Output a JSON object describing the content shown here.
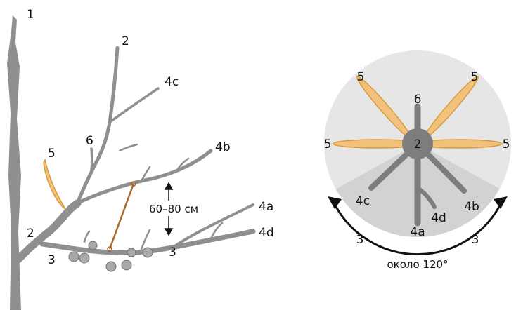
{
  "colors": {
    "wood": "#8f8f8f",
    "wood_dark": "#7a7a7a",
    "shoot_fill": "#f2c27d",
    "shoot_stroke": "#d89a3c",
    "spacer": "#a86a2a",
    "circle_bg": "#e6e6e6",
    "sector": "#d2d2d2",
    "center": "#7d7d7d",
    "ink": "#111111"
  },
  "left_diagram": {
    "label_1": "1",
    "label_2_top": "2",
    "label_2_low": "2",
    "label_3_left": "3",
    "label_3_right": "3",
    "label_4a": "4a",
    "label_4b": "4b",
    "label_4c": "4c",
    "label_4d": "4d",
    "label_5": "5",
    "label_6": "6",
    "distance": "60–80 см"
  },
  "right_diagram": {
    "center": "2",
    "label_6": "6",
    "label_5_tl": "5",
    "label_5_tr": "5",
    "label_5_l": "5",
    "label_5_r": "5",
    "label_4a": "4a",
    "label_4b": "4b",
    "label_4c": "4c",
    "label_4d": "4d",
    "label_3_left": "3",
    "label_3_right": "3",
    "angle_caption": "около 120°"
  }
}
